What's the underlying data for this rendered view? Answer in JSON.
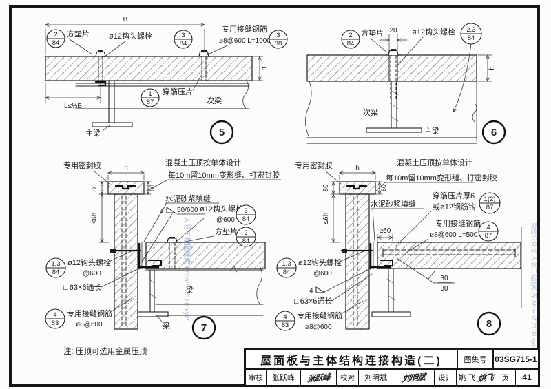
{
  "note": "注: 压顶可选用金属压顶",
  "watermarks": {
    "center": "人防工程图纸库 https://52168.xyz/",
    "right": "微信公众号 人防工程图纸库 https://52168.xyz/"
  },
  "titleblock": {
    "title": "屋面板与主体结构连接构造(二)",
    "atlas_label": "图集号",
    "atlas_no": "03SG715-1",
    "reviewer_label": "审核",
    "reviewer": "张跃峰",
    "reviewer_sig": "张跃峰",
    "checker_label": "校对",
    "checker": "刘明斌",
    "checker_sig": "刘明斌",
    "designer_label": "设计",
    "designer": "姚 飞",
    "designer_sig": "姚飞",
    "page_label": "页",
    "page_no": "41"
  },
  "d5": {
    "number": "5",
    "dim_B": "B",
    "dim_L": "L≤⅓B",
    "dim_h": "h",
    "washer": "方垫片",
    "washer_ref": {
      "n": "2",
      "d": "84"
    },
    "bolt": "ø12钩头螺栓",
    "bolt_ref": {
      "n": "3",
      "d": "84"
    },
    "seam1": "专用接缝钢筋",
    "seam2": "ø8@600 L=1000",
    "seam_ref": {
      "n": "3",
      "d": "88"
    },
    "clip": "穿筋压片",
    "clip_ref": {
      "n": "1",
      "d": "87"
    },
    "sec_beam": "次梁",
    "main_beam": "主梁"
  },
  "d6": {
    "number": "6",
    "dim_gap": "20",
    "dim_h": "h",
    "washer": "方垫片",
    "washer_ref": {
      "n": "2",
      "d": "84"
    },
    "bolt": "ø12钩头螺栓",
    "bolt_ref": {
      "n": "2,3",
      "d": "84"
    },
    "sec_beam": "次梁",
    "main_beam": "主梁"
  },
  "d7": {
    "number": "7",
    "dim_h": "h",
    "dim_80": "80",
    "dim_para": "≤6h",
    "dim_60": "60",
    "sealant": "专用密封胶",
    "coping1": "混凝土压顶按单体设计",
    "coping2": "每10m留10mm变形缝、打密封胶",
    "mortar": "水泥砂浆填缝",
    "weld_size": "4",
    "weld_spec": "50/600",
    "bolt_r": "ø12钩头螺栓",
    "bolt_r2": "@600",
    "bolt_r_ref": {
      "n": "3",
      "d": "84"
    },
    "washer": "方垫片",
    "washer_ref": {
      "n": "2",
      "d": "84"
    },
    "bolt_l": "ø12钩头螺栓",
    "bolt_l2": "@600",
    "bolt_l_ref": {
      "n": "1,3",
      "d": "84"
    },
    "angle": "∟63×6通长",
    "seam1": "专用接缝钢筋",
    "seam2": "ø8@600",
    "seam_ref": {
      "n": "4",
      "d": "83"
    },
    "beam1": "梁",
    "beam2": "梁"
  },
  "d8": {
    "number": "8",
    "dim_h": "h",
    "dim_80": "80",
    "dim_para": "≤6h",
    "dim_60": "60",
    "dim_min50": "≥50",
    "weld30a": "30",
    "weld30b": "30",
    "sealant": "专用密封胶",
    "coping1": "混凝土压顶按单体设计",
    "coping2": "每10m留10mm变形缝、打密封胶",
    "mortar": "水泥砂浆填缝",
    "press1": "穿筋压片厚6",
    "press2": "或ø12钢筋钩",
    "press_ref": {
      "n": "1(2)",
      "d": "87"
    },
    "seamr1": "专用接缝钢筋",
    "seamr2": "ø8@600 L=500",
    "seamr_ref": {
      "n": "4",
      "d": "87"
    },
    "bolt_l": "ø12钩头螺栓",
    "bolt_l2": "@600",
    "bolt_l_ref": {
      "n": "1,3",
      "d": "84"
    },
    "weld_size": "4",
    "angle": "∟63×6通长",
    "seam1": "专用接缝钢筋",
    "seam2": "ø8@600",
    "seam_ref": {
      "n": "4",
      "d": "83"
    }
  }
}
